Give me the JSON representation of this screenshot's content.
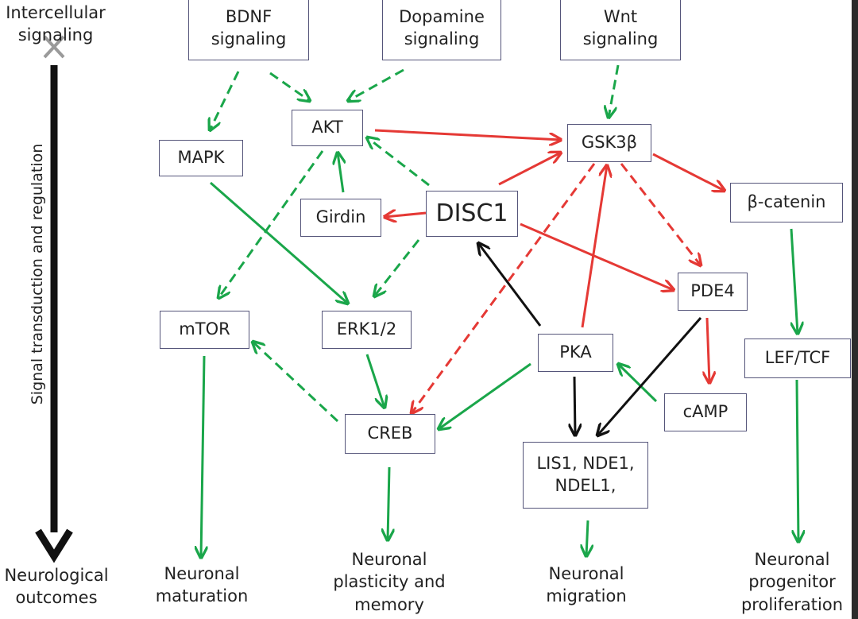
{
  "side": {
    "top_label": "Intercellular\nsignaling",
    "axis_label": "Signal transduction and regulation",
    "bottom_label": "Neurological\noutcomes"
  },
  "nodes": {
    "bdnf": "BDNF\nsignaling",
    "dopamine": "Dopamine\nsignaling",
    "wnt": "Wnt\nsignaling",
    "akt": "AKT",
    "mapk": "MAPK",
    "gsk3b": "GSK3β",
    "girdin": "Girdin",
    "disc1": "DISC1",
    "bcatenin": "β-catenin",
    "pde4": "PDE4",
    "mtor": "mTOR",
    "erk": "ERK1/2",
    "pka": "PKA",
    "leftcf": "LEF/TCF",
    "camp": "cAMP",
    "creb": "CREB",
    "lis1": "LIS1, NDE1,\nNDEL1,"
  },
  "outcomes": {
    "maturation": "Neuronal\nmaturation",
    "plasticity": "Neuronal\nplasticity and\nmemory",
    "migration": "Neuronal\nmigration",
    "proliferation": "Neuronal\nprogenitor\nproliferation"
  },
  "colors": {
    "activation": "#1aa64a",
    "inhibition": "#e53935",
    "other": "#111111",
    "box_border": "#55557a"
  }
}
